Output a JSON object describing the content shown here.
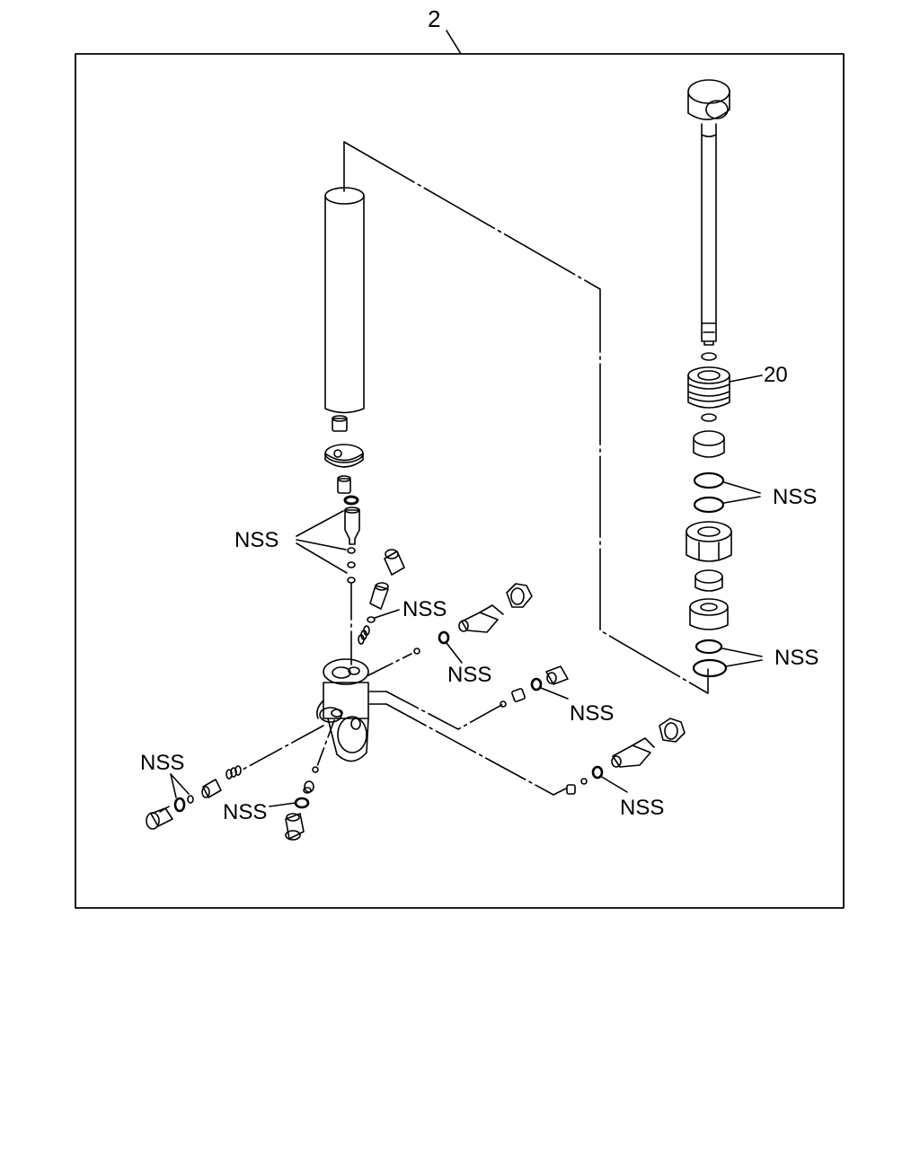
{
  "diagram": {
    "assembly_callout": "2",
    "part_callout_20": "20",
    "nss_labels": {
      "right_upper": "NSS",
      "right_lower": "NSS",
      "left_middle": "NSS",
      "center_upper": "NSS",
      "center": "NSS",
      "center_right": "NSS",
      "left_lower": "NSS",
      "bottom_left": "NSS",
      "bottom_right": "NSS"
    }
  },
  "colors": {
    "line": "#000000",
    "background": "#ffffff"
  }
}
